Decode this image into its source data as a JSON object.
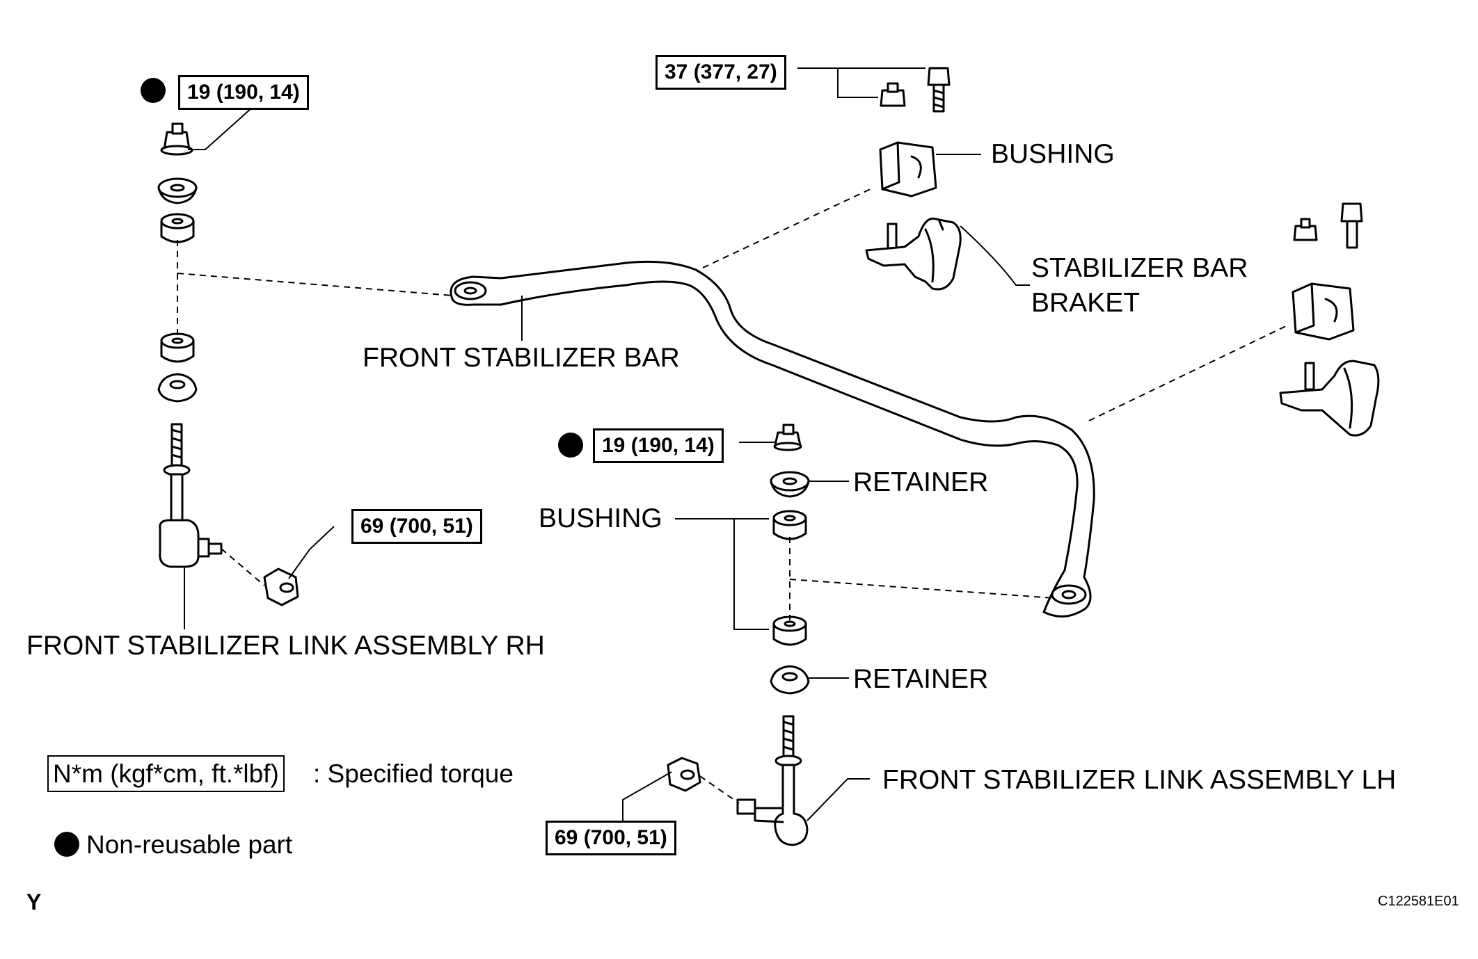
{
  "torque_specs": {
    "rh_link_upper_nut": "19 (190, 14)",
    "bracket_bolt": "37 (377, 27)",
    "lh_link_upper_nut": "19 (190, 14)",
    "rh_link_lower_nut": "69 (700, 51)",
    "lh_link_lower_nut": "69 (700, 51)"
  },
  "part_labels": {
    "bushing_top": "BUSHING",
    "bracket_line1": "STABILIZER BAR",
    "bracket_line2": "BRAKET",
    "front_stabilizer_bar": "FRONT STABILIZER BAR",
    "retainer_upper": "RETAINER",
    "bushing_lh": "BUSHING",
    "retainer_lower": "RETAINER",
    "link_rh": "FRONT STABILIZER LINK ASSEMBLY RH",
    "link_lh": "FRONT STABILIZER LINK ASSEMBLY LH"
  },
  "legend": {
    "torque_unit": "N*m (kgf*cm, ft.*lbf)",
    "torque_desc": ": Specified torque",
    "non_reusable": "Non-reusable part"
  },
  "figure": {
    "letter": "Y",
    "code": "C122581E01"
  }
}
